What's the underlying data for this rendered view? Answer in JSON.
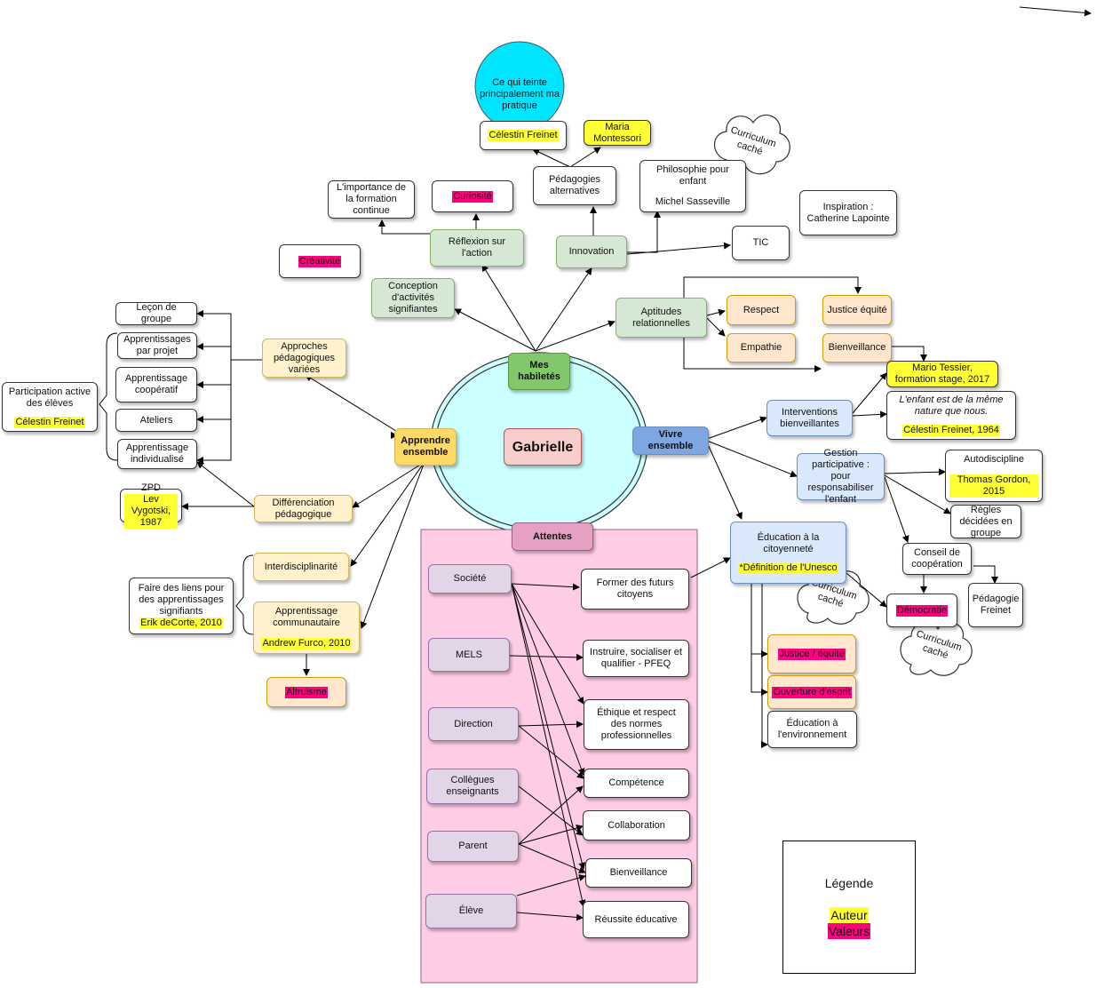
{
  "center": {
    "label": "Gabrielle"
  },
  "headers": {
    "habiletes": "Mes habiletés",
    "apprendre": "Apprendre ensemble",
    "vivre": "Vivre ensemble",
    "attentes": "Attentes"
  },
  "top": {
    "teinte": "Ce qui teinte principalement ma pratique",
    "freinet": "Célestin Freinet",
    "montessori": "Maria Montessori",
    "pedagogies": "Pédagogies alternatives",
    "philo_line1": "Philosophie pour enfant",
    "philo_line2": "Michel Sasseville",
    "curriculum_top": "Curriculum caché",
    "inspiration": "Inspiration : Catherine Lapointe",
    "formation": "L'importance de la formation continue",
    "curiosite": "Curiosité",
    "reflexion": "Réflexion sur l'action",
    "innovation": "Innovation",
    "tic": "TIC",
    "creativite": "Créativité",
    "conception": "Conception d'activités signifiantes",
    "aptitudes": "Aptitudes relationnelles",
    "respect": "Respect",
    "empathie": "Empathie",
    "justice": "Justice équité",
    "bienveillance": "Bienveillance"
  },
  "left": {
    "lecon": "Leçon de groupe",
    "projet": "Apprentissages par projet",
    "cooperatif": "Apprentissage coopératif",
    "ateliers": "Ateliers",
    "individualise": "Apprentissage individualisé",
    "participation": "Participation active des élèves",
    "participation_author": "Célestin Freinet",
    "approches": "Approches pédagogiques variées",
    "zpd_title": "ZPD",
    "zpd_author": "Lev Vygotski, 1987",
    "differenciation": "Différenciation pédagogique",
    "interdisciplinarite": "Interdisciplinarité",
    "liens": "Faire des liens pour des apprentissages signifiants",
    "liens_author": "Erik deCorte, 2010",
    "communautaire": "Apprentissage communautaire",
    "communautaire_author": "Andrew Furco, 2010",
    "altruisme": "Altruisme"
  },
  "right": {
    "tessier": "Mario Tessier, formation stage, 2017",
    "interventions": "Interventions bienveillantes",
    "enfant_quote": "L'enfant est de la même nature que nous.",
    "enfant_author": "Célestin Freinet, 1964",
    "gestion": "Gestion participative : pour responsabiliser l'enfant",
    "autodiscipline": "Autodiscipline",
    "gordon": "Thomas Gordon, 2015",
    "regles": "Règles décidées en groupe",
    "education_citoyennete": "Éducation à la citoyenneté",
    "unesco": "*Définition de l'Unesco",
    "conseil": "Conseil de coopération",
    "pedagogie_freinet": "Pédagogie Freinet",
    "curriculum_mid": "Curriculum caché",
    "democratie": "Démocratie",
    "curriculum_low": "Curriculum caché",
    "justice_equite": "Justice / équité",
    "ouverture": "Ouverture d'esprit",
    "environnement": "Éducation à l'environnement"
  },
  "attentes": {
    "sources": [
      "Société",
      "MELS",
      "Direction",
      "Collègues enseignants",
      "Parent",
      "Élève"
    ],
    "targets": [
      "Former des futurs citoyens",
      "Instruire, socialiser et qualifier - PFEQ",
      "Éthique et respect des normes professionnelles",
      "Compétence",
      "Collaboration",
      "Bienveillance",
      "Réussite éducative"
    ]
  },
  "legend": {
    "title": "Légende",
    "auteur": "Auteur",
    "valeurs": "Valeurs",
    "colors": {
      "auteur": "#ffff33",
      "valeurs": "#ff0080"
    }
  }
}
